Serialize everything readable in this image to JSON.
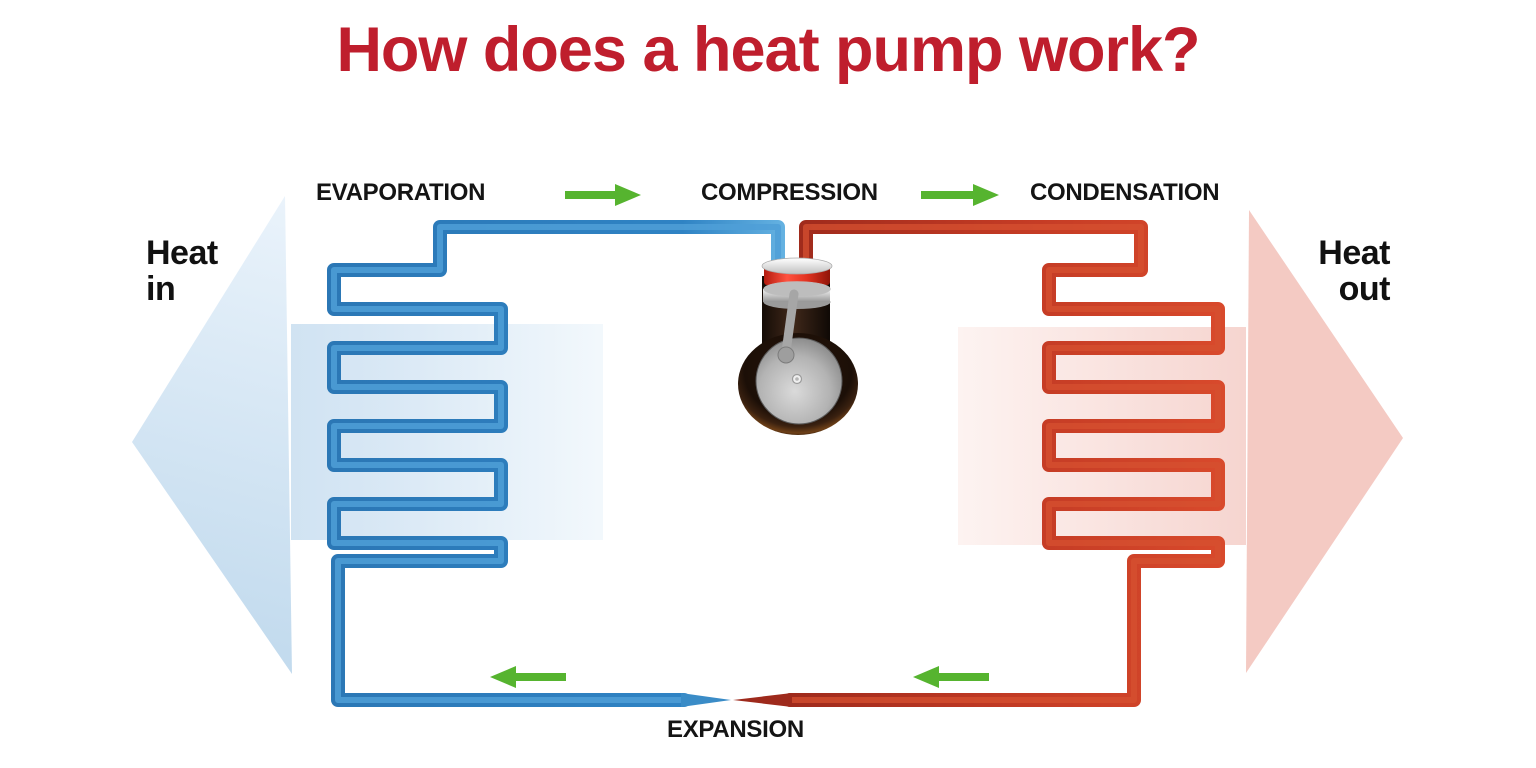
{
  "title": {
    "text": "How does a heat pump work?",
    "color": "#bf1e2d"
  },
  "stages": {
    "evaporation": "EVAPORATION",
    "compression": "COMPRESSION",
    "condensation": "CONDENSATION",
    "expansion": "EXPANSION"
  },
  "heat_in": {
    "line1": "Heat",
    "line2": "in"
  },
  "heat_out": {
    "line1": "Heat",
    "line2": "out"
  },
  "colors": {
    "title": "#bf1e2d",
    "label": "#141414",
    "cold_pipe": "#2a79b8",
    "cold_pipe_light": "#4f9fd7",
    "hot_pipe": "#bf3620",
    "hot_pipe_light": "#d55030",
    "flow_arrow": "#56b42f",
    "heat_in_arrow_deep": "#c3dbee",
    "heat_in_arrow_pale": "#f2f8fc",
    "heat_out_arrow_deep": "#f2c4bd",
    "heat_out_arrow_pale": "#fdf3f1"
  }
}
